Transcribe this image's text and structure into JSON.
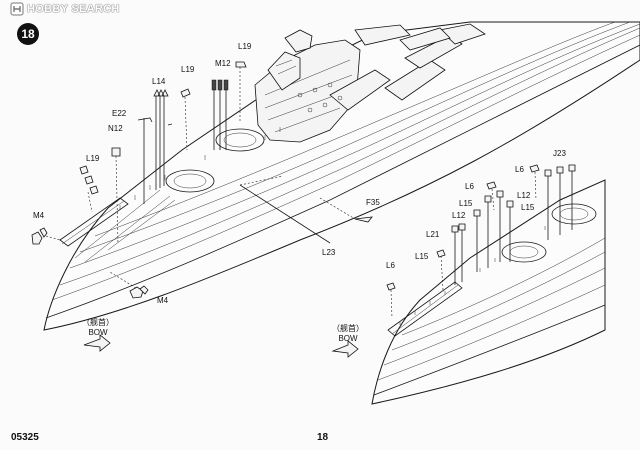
{
  "watermark": {
    "brand": "HOBBY SEARCH",
    "logo_icon": "hobby-search-logo-icon"
  },
  "step_number": "18",
  "left_callouts": {
    "l19_top": "L19",
    "l19_mid": "L19",
    "m12": "M12",
    "l14": "L14",
    "e22": "E22",
    "n12": "N12",
    "l19_low": "L19",
    "m4_left": "M4",
    "m4_bottom": "M4",
    "f35": "F35",
    "l23": "L23"
  },
  "right_callouts": {
    "j23": "J23",
    "l6_top": "L6",
    "l6_mid": "L6",
    "l12_a": "L12",
    "l15_a": "L15",
    "l15_b": "L15",
    "l12_b": "L12",
    "l21": "L21",
    "l15_c": "L15",
    "l6_low": "L6"
  },
  "bow_left": {
    "chinese": "（舰首）",
    "english": "BOW"
  },
  "bow_right": {
    "chinese": "（舰首）",
    "english": "BOW"
  },
  "footer": {
    "code": "05325",
    "page": "18"
  }
}
